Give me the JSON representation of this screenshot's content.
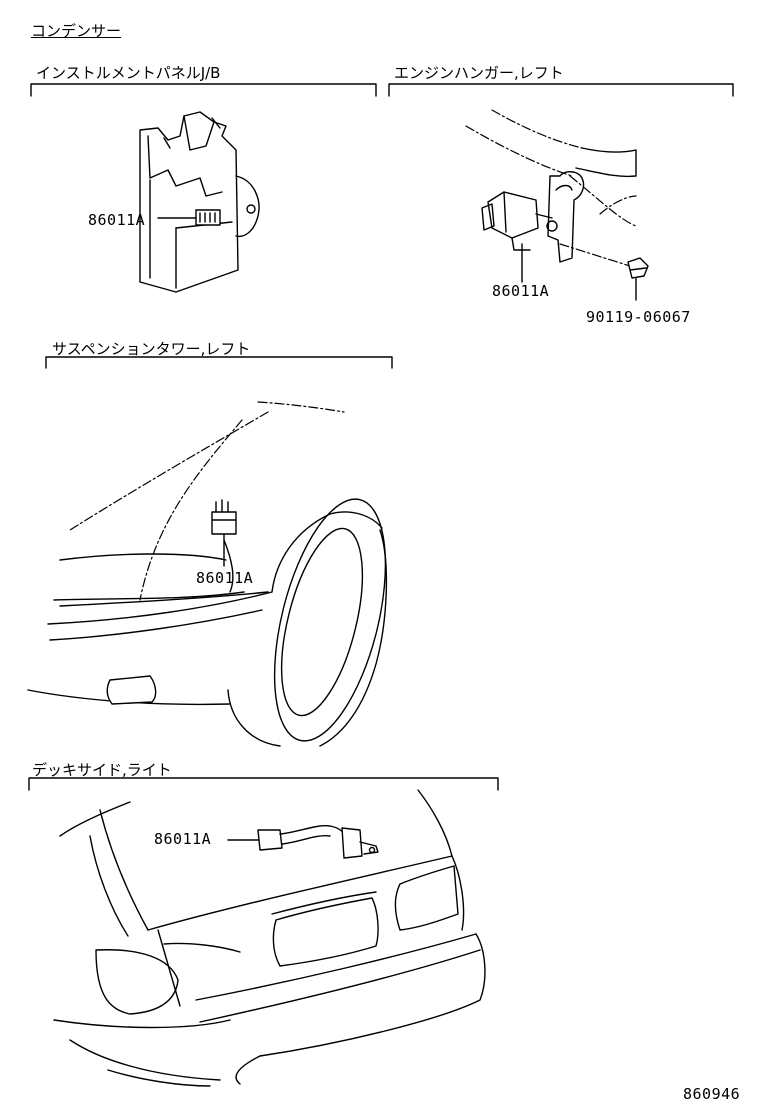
{
  "diagram": {
    "main_title": "コンデンサー",
    "sections": [
      {
        "title": "インストルメントパネルJ/B",
        "parts": [
          "86011A"
        ]
      },
      {
        "title": "エンジンハンガー,レフト",
        "parts": [
          "86011A",
          "90119-06067"
        ]
      },
      {
        "title": "サスペンションタワー,レフト",
        "parts": [
          "86011A"
        ]
      },
      {
        "title": "デッキサイド,ライト",
        "parts": [
          "86011A"
        ]
      }
    ],
    "figure_number": "860946"
  }
}
